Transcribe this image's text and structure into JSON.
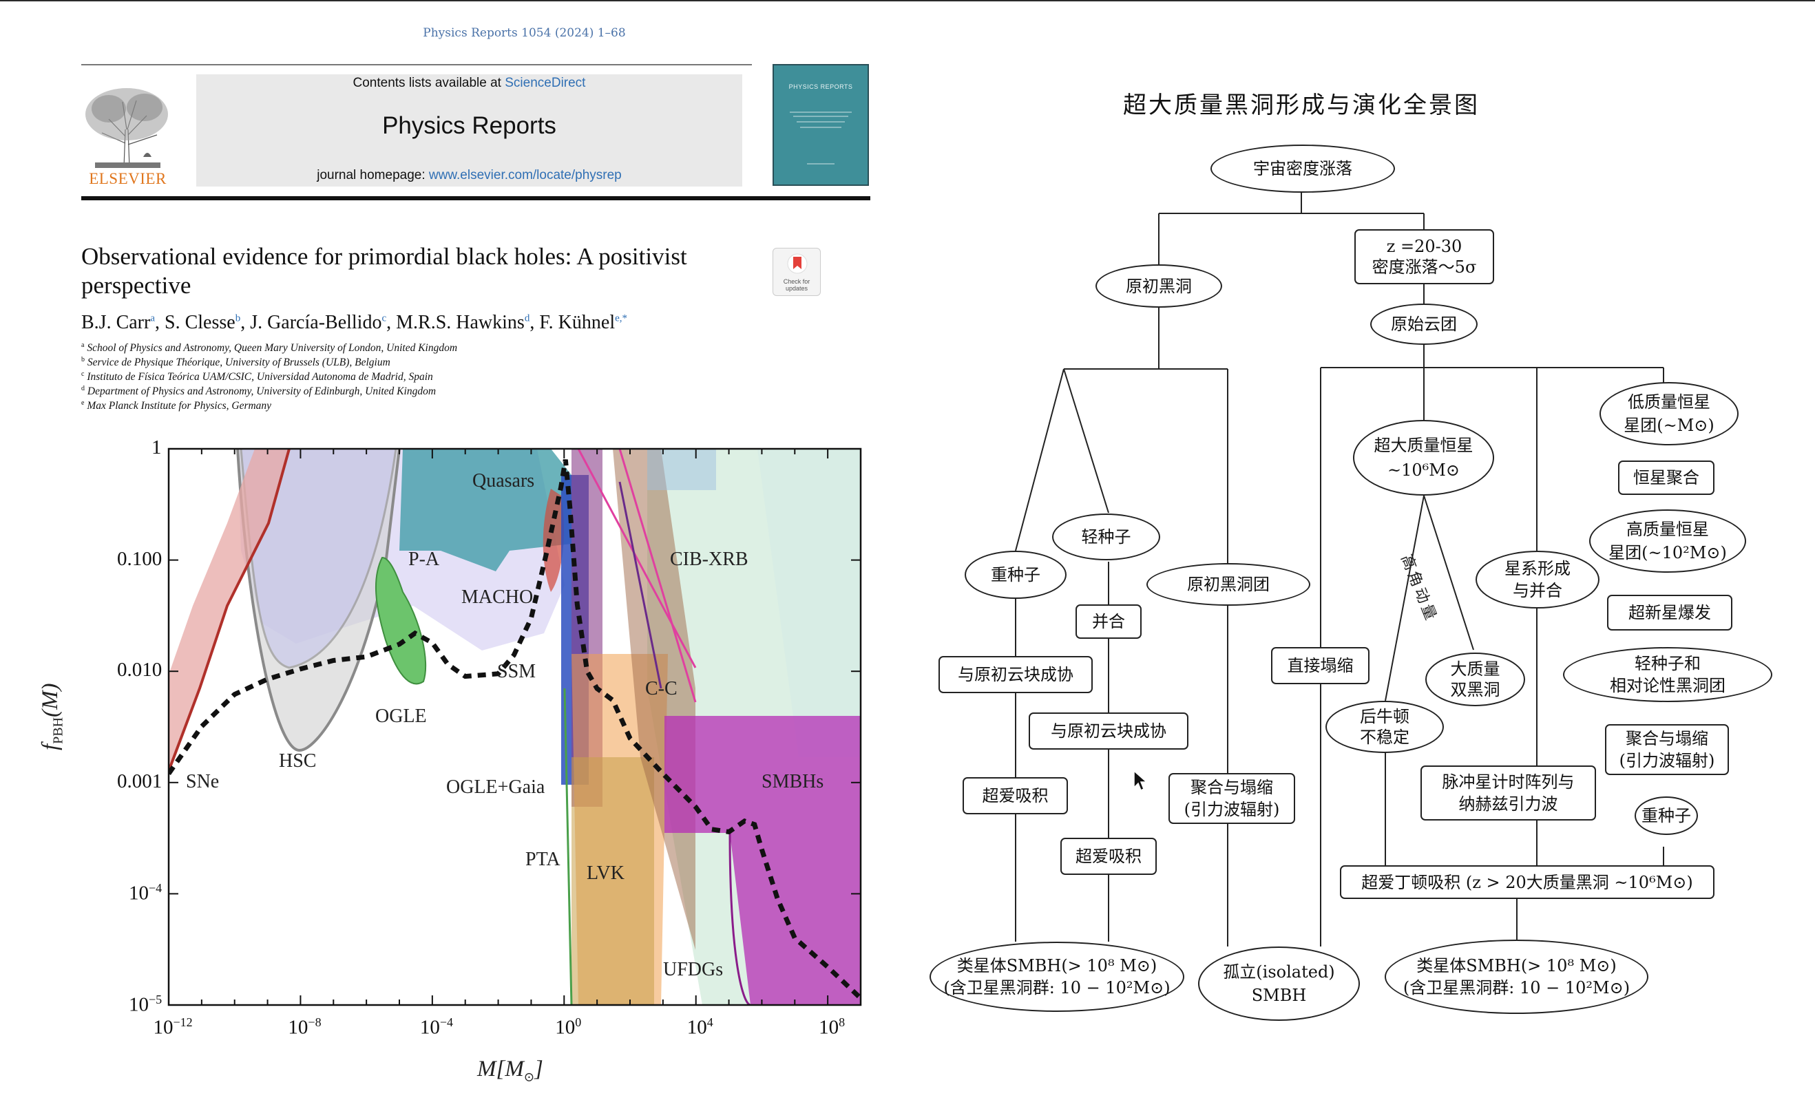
{
  "journal": {
    "citation": "Physics Reports 1054 (2024) 1–68",
    "publisher": "ELSEVIER",
    "contents_prefix": "Contents lists available at ",
    "contents_link": "ScienceDirect",
    "title": "Physics Reports",
    "homepage_prefix": "journal homepage: ",
    "homepage_link": "www.elsevier.com/locate/physrep",
    "cover_title": "PHYSICS REPORTS",
    "check_label": "Check for updates"
  },
  "paper": {
    "title_line1": "Observational evidence for primordial black holes: A positivist",
    "title_line2": "perspective",
    "authors": [
      {
        "name": "B.J. Carr",
        "sup": "a"
      },
      {
        "name": "S. Clesse",
        "sup": "b"
      },
      {
        "name": "J. García-Bellido",
        "sup": "c"
      },
      {
        "name": "M.R.S. Hawkins",
        "sup": "d"
      },
      {
        "name": "F. Kühnel",
        "sup": "e,*"
      }
    ],
    "affiliations": [
      {
        "sup": "a",
        "text": "School of Physics and Astronomy, Queen Mary University of London, United Kingdom"
      },
      {
        "sup": "b",
        "text": "Service de Physique Théorique, University of Brussels (ULB), Belgium"
      },
      {
        "sup": "c",
        "text": "Instituto de Física Teórica UAM/CSIC, Universidad Autonoma de Madrid, Spain"
      },
      {
        "sup": "d",
        "text": "Department of Physics and Astronomy, University of Edinburgh, United Kingdom"
      },
      {
        "sup": "e",
        "text": "Max Planck Institute for Physics, Germany"
      }
    ]
  },
  "chart_data": {
    "type": "area",
    "xscale": "log",
    "yscale": "log",
    "xlim": [
      1e-12,
      1000000000.0
    ],
    "ylim": [
      1e-05,
      1
    ],
    "xlabel_main": "M",
    "xlabel_unit": "M",
    "ylabel_f": "f",
    "ylabel_sub": "PBH",
    "ylabel_arg": "(M)",
    "xticks": [
      {
        "base": "10",
        "exp": "−12",
        "value": 1e-12
      },
      {
        "base": "10",
        "exp": "−8",
        "value": 1e-08
      },
      {
        "base": "10",
        "exp": "−4",
        "value": 0.0001
      },
      {
        "base": "10",
        "exp": "0",
        "value": 1
      },
      {
        "base": "10",
        "exp": "4",
        "value": 10000.0
      },
      {
        "base": "10",
        "exp": "8",
        "value": 100000000.0
      }
    ],
    "yticks": [
      {
        "text": "1",
        "value": 1
      },
      {
        "text": "0.100",
        "value": 0.1
      },
      {
        "text": "0.010",
        "value": 0.01
      },
      {
        "text": "0.001",
        "value": 0.001
      },
      {
        "base": "10",
        "exp": "−4",
        "value": 0.0001
      },
      {
        "base": "10",
        "exp": "−5",
        "value": 1e-05
      }
    ],
    "region_labels": {
      "sne": "SNe",
      "hsc": "HSC",
      "ogle": "OGLE",
      "quasars": "Quasars",
      "pa": "P-A",
      "macho": "MACHO",
      "ssm": "SSM",
      "ogle_gaia": "OGLE+Gaia",
      "pta": "PTA",
      "lvk": "LVK",
      "cc": "C-C",
      "cib_xrb": "CIB-XRB",
      "smbhs": "SMBHs",
      "ufdgs": "UFDGs"
    },
    "series": [
      {
        "style": "dashed",
        "points": [
          [
            1e-12,
            0.0012
          ],
          [
            1e-11,
            0.0032
          ],
          [
            1e-10,
            0.0062
          ],
          [
            1e-09,
            0.0085
          ],
          [
            1e-08,
            0.0105
          ],
          [
            1e-07,
            0.0125
          ],
          [
            1e-06,
            0.0135
          ],
          [
            1e-05,
            0.0175
          ],
          [
            3e-05,
            0.022
          ],
          [
            0.0001,
            0.018
          ],
          [
            0.0003,
            0.0115
          ],
          [
            0.001,
            0.009
          ],
          [
            0.01,
            0.0095
          ],
          [
            0.03,
            0.014
          ],
          [
            0.1,
            0.03
          ],
          [
            0.3,
            0.12
          ],
          [
            0.8,
            0.45
          ],
          [
            1.1,
            0.8
          ],
          [
            1.5,
            0.3
          ],
          [
            2.5,
            0.04
          ],
          [
            5,
            0.01
          ],
          [
            10,
            0.007
          ],
          [
            30,
            0.0055
          ],
          [
            100,
            0.0025
          ],
          [
            1000.0,
            0.0012
          ],
          [
            10000.0,
            0.0006
          ],
          [
            30000.0,
            0.00038
          ],
          [
            100000.0,
            0.00036
          ],
          [
            300000.0,
            0.00045
          ],
          [
            600000.0,
            0.00042
          ],
          [
            1000000.0,
            0.00025
          ],
          [
            3000000.0,
            9e-05
          ],
          [
            10000000.0,
            4e-05
          ],
          [
            100000000.0,
            2.2e-05
          ],
          [
            1000000000.0,
            1.15e-05
          ]
        ]
      }
    ],
    "colors": {
      "sne": "#b0302a",
      "hsc": "#8a8a8a",
      "ogle": "#47a447",
      "quasars": "#3a9aa4",
      "pa": "#c9c3ee",
      "smbhs": "#b62fb6",
      "lvk": "#e88a2c",
      "dashed": "#111111"
    }
  },
  "diagram": {
    "title": "超大质量黑洞形成与演化全景图",
    "nodes": {
      "fluct": "宇宙密度涨落",
      "z_top": "z =20-30",
      "z_bot": "密度涨落～5σ",
      "pbh": "原初黑洞",
      "cloud": "原始云团",
      "light_seed": "轻种子",
      "heavy_seed": "重种子",
      "pbh_cluster": "原初黑洞团",
      "merge": "并合",
      "coop1": "与原初云块成协",
      "coop2": "与原初云块成协",
      "super_edd1": "超爱吸积",
      "super_edd2": "超爱吸积",
      "merge_collapse_l1": "聚合与塌缩",
      "merge_collapse_l2": "(引力波辐射)",
      "smbh_l1": "类星体SMBH(> 10⁸ M⊙)",
      "smbh_l2": "(含卫星黑洞群: 10 − 10²M⊙)",
      "isolated_l1": "孤立(isolated)",
      "isolated_l2": "SMBH",
      "direct": "直接塌缩",
      "supermassive_l1": "超大质量恒星",
      "supermassive_l2": "~10⁶M⊙",
      "galaxy_l1": "星系形成",
      "galaxy_l2": "与并合",
      "angular": "高角动量",
      "post_newton_l1": "后牛顿",
      "post_newton_l2": "不稳定",
      "massive_l1": "大质量",
      "massive_l2": "双黑洞",
      "pulsar_l1": "脉冲星计时阵列与",
      "pulsar_l2": "纳赫兹引力波",
      "low_mass_l1": "低质量恒星",
      "low_mass_l2": "星团(~M⊙)",
      "star_merge": "恒星聚合",
      "high_mass_l1": "高质量恒星",
      "high_mass_l2": "星团(~10²M⊙)",
      "supernova": "超新星爆发",
      "light_rel_l1": "轻种子和",
      "light_rel_l2": "相对论性黑洞团",
      "agg_l1": "聚合与塌缩",
      "agg_l2": "(引力波辐射)",
      "heavy_seed2": "重种子",
      "super_edd_bar": "超爱丁顿吸积 (z > 20大质量黑洞 ~10⁶M⊙)",
      "smbh2_l1": "类星体SMBH(> 10⁸ M⊙)",
      "smbh2_l2": "(含卫星黑洞群: 10 − 10²M⊙)"
    }
  }
}
